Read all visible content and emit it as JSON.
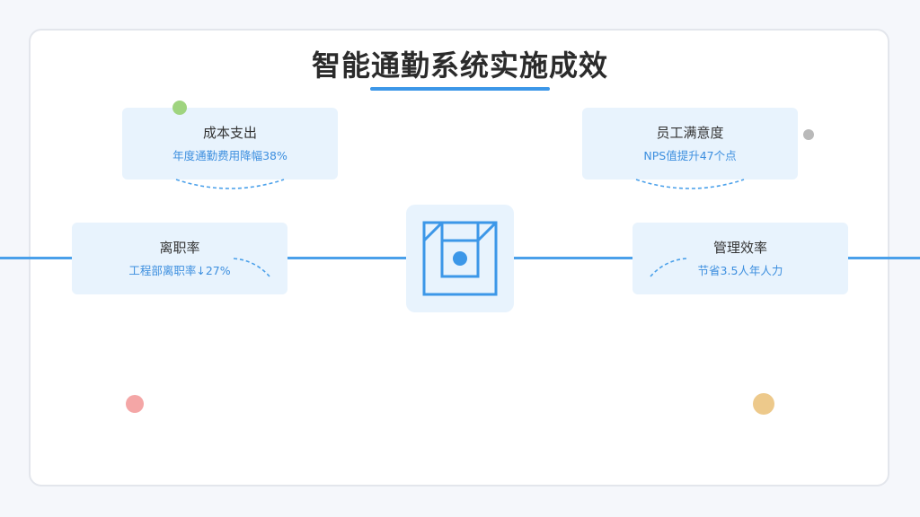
{
  "title": "智能通勤系统实施成效",
  "items": {
    "cost": {
      "title": "成本支出",
      "detail": "年度通勤费用降幅38%"
    },
    "satisfaction": {
      "title": "员工满意度",
      "detail": "NPS值提升47个点"
    },
    "turnover": {
      "title": "离职率",
      "detail": "工程部离职率↓27%"
    },
    "efficiency": {
      "title": "管理效率",
      "detail": "节省3.5人年人力"
    }
  },
  "center_icon": "box-network-icon",
  "colors": {
    "accent": "#3c97e8",
    "box_bg": "#e8f3fd",
    "dot_green": "#9fd47f",
    "dot_gray": "#b9b9b9",
    "dot_red": "#f4a6a6",
    "dot_orange": "#edc98b"
  }
}
